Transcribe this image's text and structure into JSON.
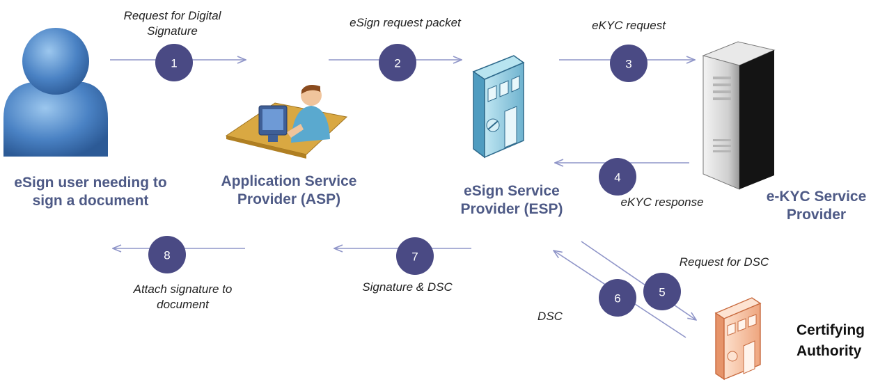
{
  "entities": {
    "user": "eSign user needing to sign a document",
    "asp": "Application Service Provider (ASP)",
    "esp": "eSign Service Provider (ESP)",
    "ekyc": "e-KYC Service Provider",
    "ca": "Certifying Authority"
  },
  "steps": [
    {
      "number": "1",
      "label": "Request for Digital Signature"
    },
    {
      "number": "2",
      "label": "eSign request packet"
    },
    {
      "number": "3",
      "label": "eKYC request"
    },
    {
      "number": "4",
      "label": "eKYC response"
    },
    {
      "number": "5",
      "label": "Request for DSC"
    },
    {
      "number": "6",
      "label": "DSC"
    },
    {
      "number": "7",
      "label": "Signature & DSC"
    },
    {
      "number": "8",
      "label": "Attach signature to document"
    }
  ],
  "colors": {
    "accent_circle": "#4a4a84",
    "entity_text": "#4e5a86",
    "arrow": "#8f95c8",
    "user_icon": "#4a82c4",
    "building_icon": "#8ecde4",
    "ca_building": "#f2b998"
  },
  "icons": [
    "user-icon",
    "computer-operator-icon",
    "building-icon",
    "server-icon",
    "ca-building-icon"
  ]
}
